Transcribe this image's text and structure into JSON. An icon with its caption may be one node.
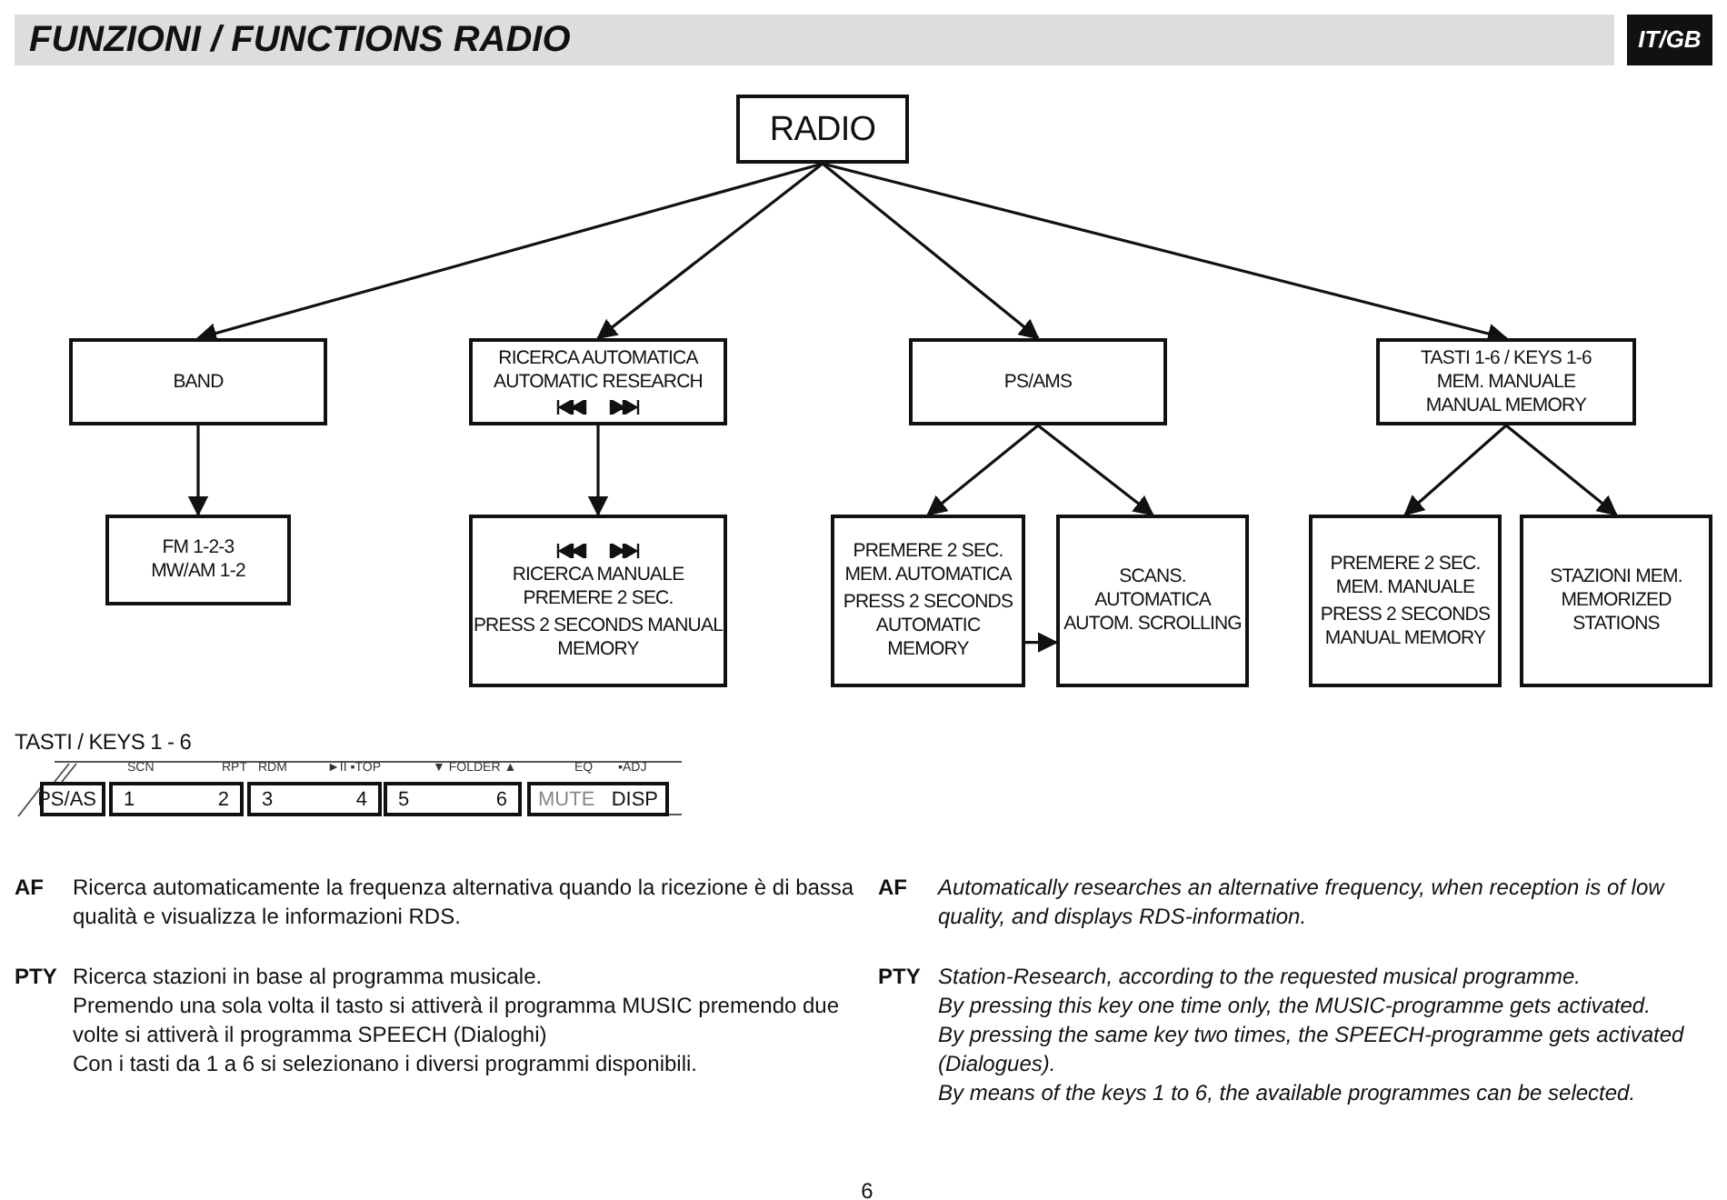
{
  "diagram": {
    "title": "FUNZIONI / FUNCTIONS RADIO",
    "nodes": [
      {
        "text": [
          "RADIO"
        ]
      },
      {
        "text": [
          "BAND"
        ]
      },
      {
        "text": [
          "RICERCA AUTOMATICA AUTOMATIC RESEARCH"
        ]
      },
      {
        "text": [
          "PS/AMS"
        ]
      },
      {
        "text": [
          "TASTI 1-6 / KEYS 1-6 MEM. MANUALE MANUAL MEMORY"
        ]
      },
      {
        "text": [
          "FM 1-2-3 MW/AM 1-2"
        ]
      },
      {
        "text": [
          "RICERCA MANUALE PREMERE 2 SEC.",
          "PRESS 2 SECONDS MANUAL MEMORY"
        ]
      },
      {
        "text": [
          "PREMERE 2 SEC. MEM. AUTOMATICA",
          "PRESS 2 SECONDS AUTOMATIC MEMORY"
        ]
      },
      {
        "text": [
          "SCANS. AUTOMATICA AUTOM. SCROLLING"
        ]
      },
      {
        "text": [
          "PREMERE 2 SEC. MEM. MANUALE",
          "PRESS 2 SECONDS MANUAL MEMORY"
        ]
      },
      {
        "text": [
          "STAZIONI MEM. MEMORIZED STATIONS"
        ]
      },
      {
        "text": [
          "PS/AS"
        ]
      },
      {
        "text": [
          "1",
          "2"
        ],
        "beside": [
          "SCN",
          "RPT"
        ]
      },
      {
        "text": [
          "3",
          "4"
        ],
        "beside": [
          "RDM",
          "►II ▪TOP"
        ]
      },
      {
        "text": [
          "5",
          "6"
        ],
        "beside": [
          "▼ FOLDER ▲"
        ]
      },
      {
        "text": [
          "MUTE",
          "DISP"
        ],
        "beside": [
          "EQ",
          "▪ADJ"
        ]
      }
    ],
    "edges": [
      {
        "from": 0,
        "to": 1,
        "arrow": "to"
      },
      {
        "from": 0,
        "to": 2,
        "arrow": "to"
      },
      {
        "from": 0,
        "to": 3,
        "arrow": "to"
      },
      {
        "from": 0,
        "to": 4,
        "arrow": "to"
      },
      {
        "from": 1,
        "to": 5,
        "arrow": "to"
      },
      {
        "from": 2,
        "to": 6,
        "arrow": "to"
      },
      {
        "from": 3,
        "to": 7,
        "arrow": "to"
      },
      {
        "from": 3,
        "to": 8,
        "arrow": "to"
      },
      {
        "from": 7,
        "to": 8,
        "arrow": "to"
      },
      {
        "from": 4,
        "to": 9,
        "arrow": "to"
      },
      {
        "from": 4,
        "to": 10,
        "arrow": "to"
      }
    ],
    "labels": [
      "IT/GB",
      "TASTI / KEYS 1 - 6",
      "AF",
      "Ricerca automaticamente la frequenza alternativa quando la ricezione è di bassa qualità e visualizza le informazioni RDS.",
      "PTY",
      "Ricerca stazioni in base al programma musicale.",
      "Premendo una sola volta il tasto si attiverà il programma MUSIC premendo due volte si attiverà il programma SPEECH (Dialoghi)",
      "Con i tasti da 1 a 6 si selezionano i diversi programmi disponibili.",
      "AF",
      "Automatically researches an alternative frequency, when reception is of low quality, and displays RDS-information.",
      "PTY",
      "Station-Research, according to the requested musical programme.",
      "By pressing this key one time only, the MUSIC-programme gets activated.",
      "By pressing the same key two times, the SPEECH-programme gets activated (Dialogues).",
      "By means of the keys 1 to 6, the available programmes can be selected.",
      "6"
    ]
  }
}
